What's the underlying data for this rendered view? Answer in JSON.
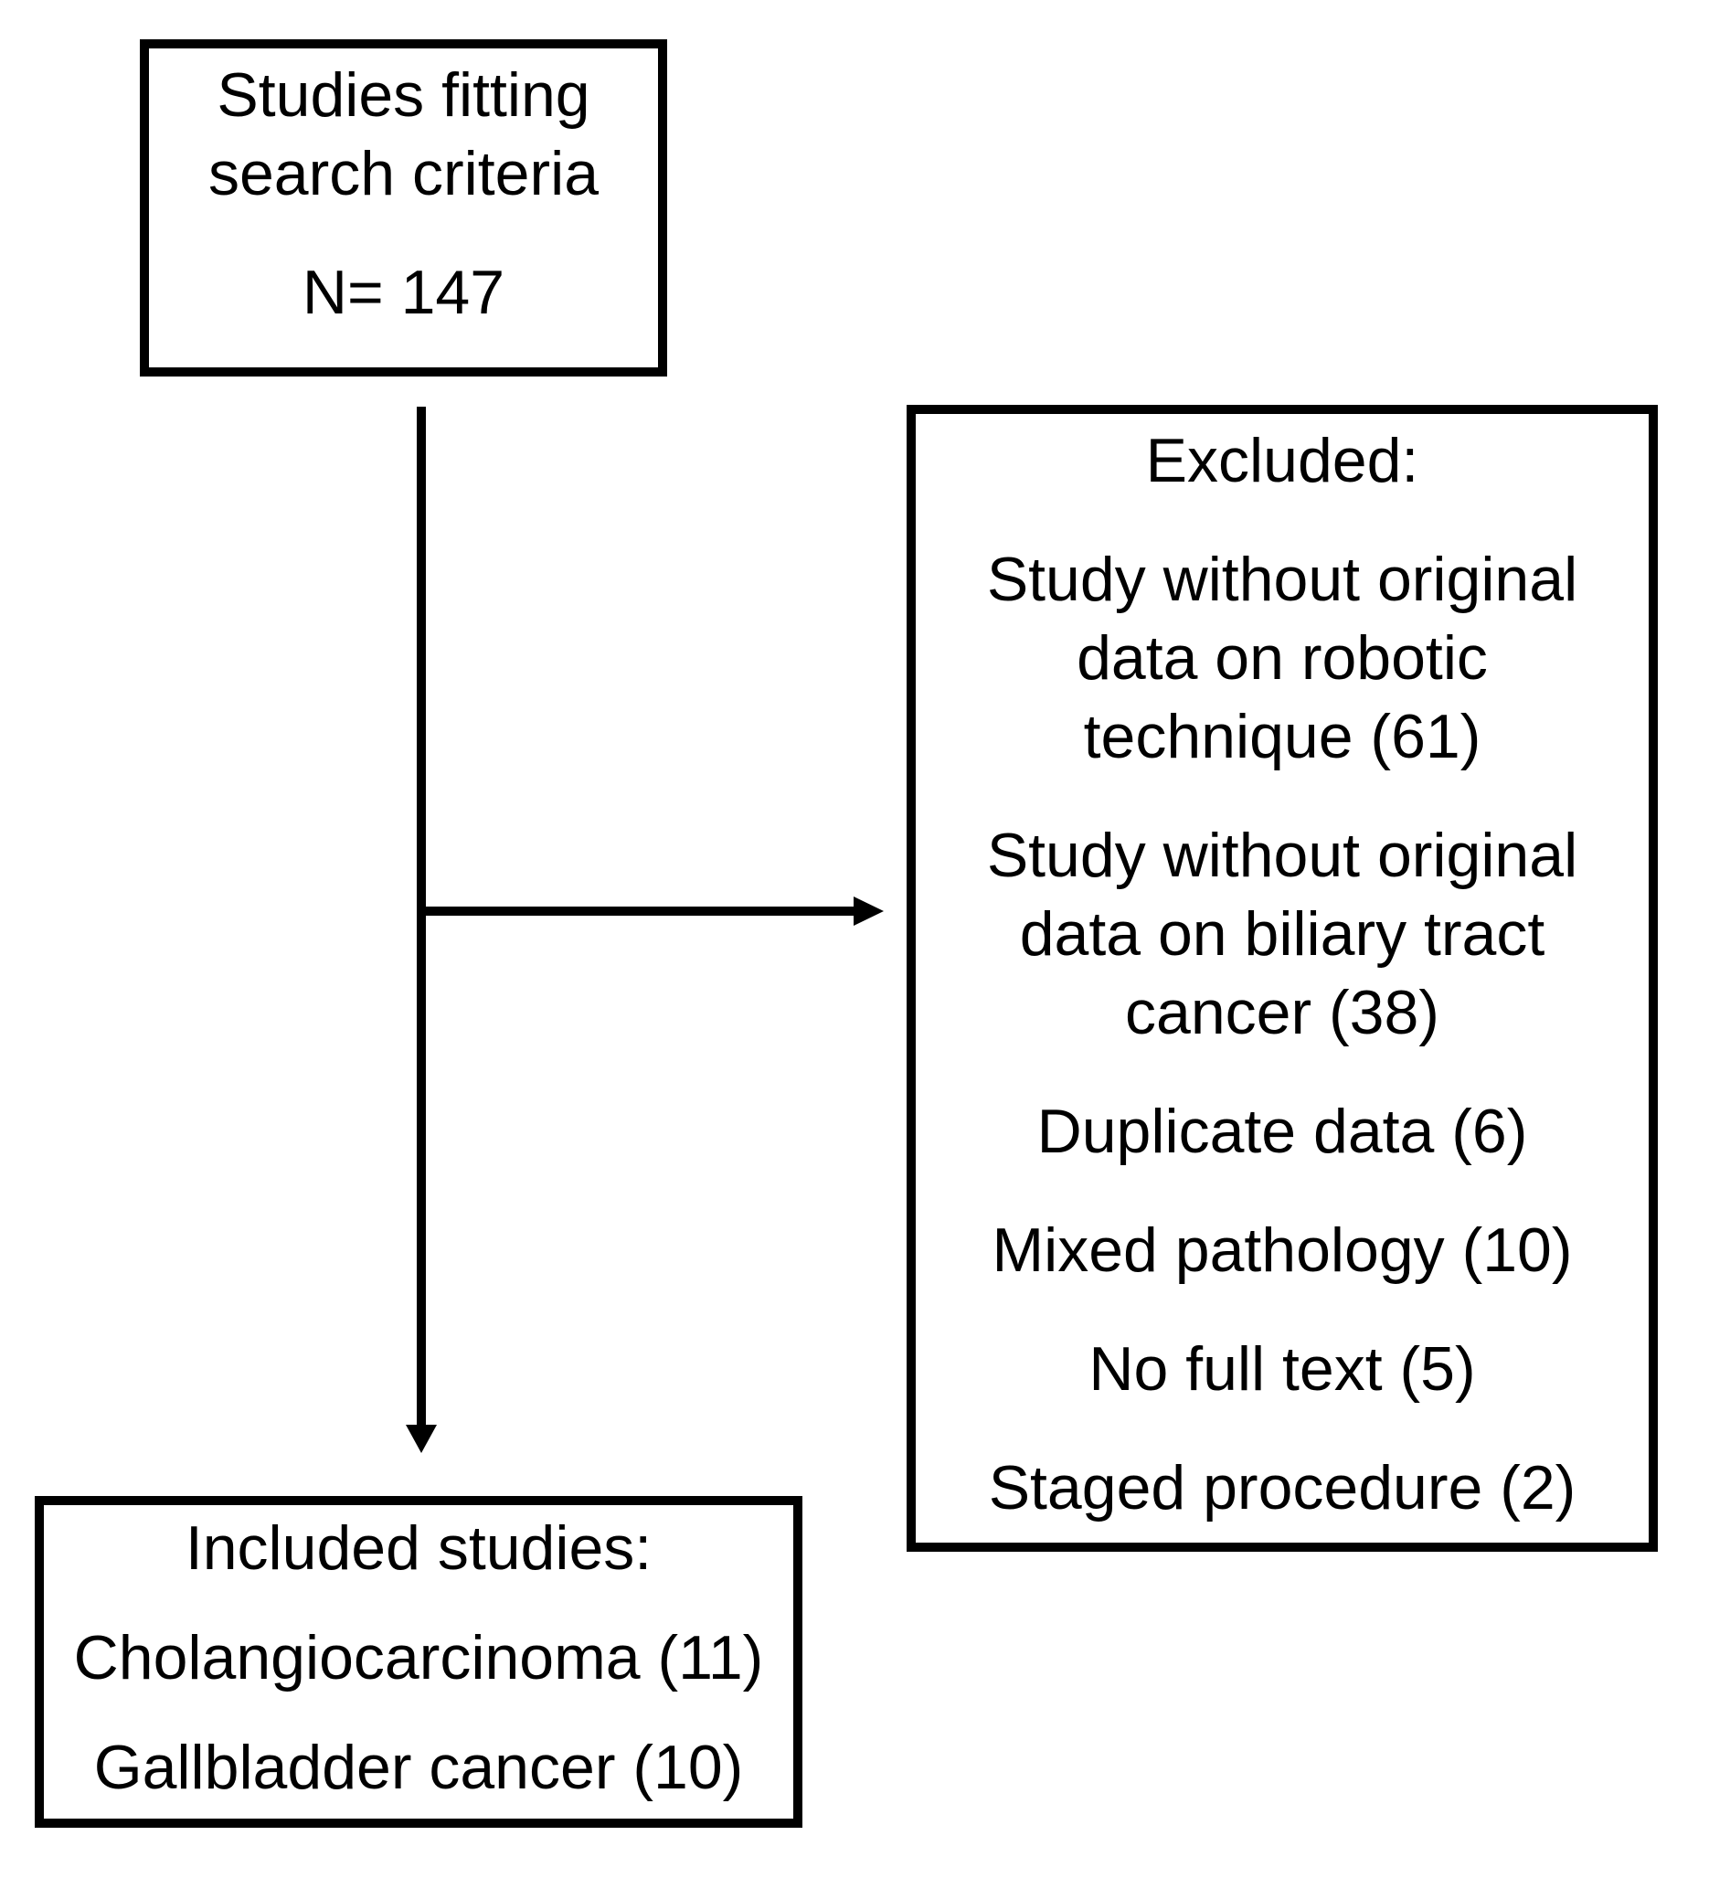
{
  "colors": {
    "background": "#ffffff",
    "line": "#000000",
    "text": "#000000"
  },
  "box_search": {
    "title_lines": "Studies fitting\nsearch criteria",
    "count": "N= 147"
  },
  "box_excluded": {
    "title": "Excluded:",
    "items": [
      "Study without original\ndata on robotic\ntechnique (61)",
      "Study without original\ndata on biliary tract\ncancer (38)",
      "Duplicate data (6)",
      "Mixed pathology (10)",
      "No full text (5)",
      "Staged procedure (2)"
    ]
  },
  "box_included": {
    "title": "Included studies:",
    "items": [
      "Cholangiocarcinoma (11)",
      "Gallbladder cancer (10)"
    ]
  }
}
